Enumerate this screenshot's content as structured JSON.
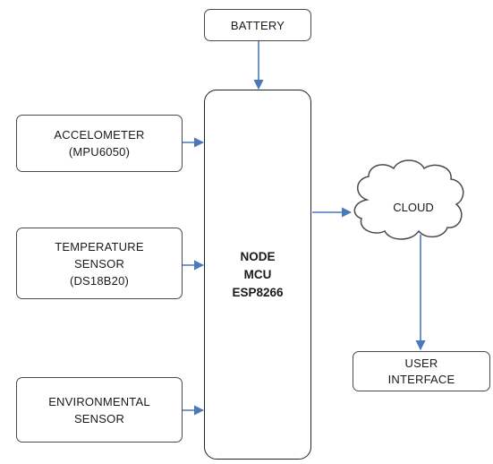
{
  "diagram": {
    "battery": "BATTERY",
    "accelerometer": {
      "line1": "ACCELOMETER",
      "line2": "(MPU6050)"
    },
    "temperature": {
      "line1": "TEMPERATURE",
      "line2": "SENSOR",
      "line3": "(DS18B20)"
    },
    "environmental": {
      "line1": "ENVIRONMENTAL",
      "line2": "SENSOR"
    },
    "mcu": {
      "line1": "NODE",
      "line2": "MCU",
      "line3": "ESP8266"
    },
    "cloud": "CLOUD",
    "user_interface": {
      "line1": "USER",
      "line2": "INTERFACE"
    }
  },
  "colors": {
    "arrow": "#4a78b8",
    "border": "#4a4a4a"
  }
}
